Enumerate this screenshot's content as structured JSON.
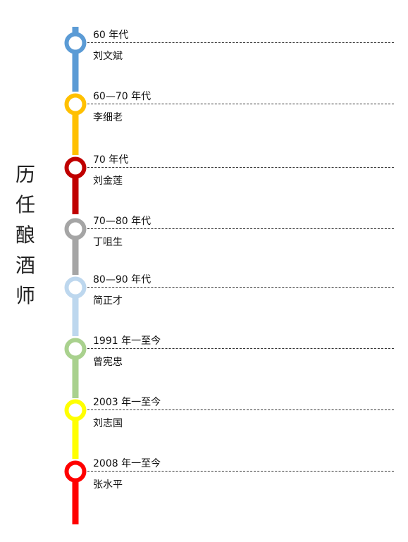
{
  "title_chars": [
    "历",
    "任",
    "酿",
    "酒",
    "师"
  ],
  "entries": [
    {
      "period": "60 年代",
      "name": "刘文斌",
      "color": "#5B9BD5"
    },
    {
      "period": "60—70 年代",
      "name": "李细老",
      "color": "#FFC000"
    },
    {
      "period": "70 年代",
      "name": "刘金莲",
      "color": "#C00000"
    },
    {
      "period": "70—80 年代",
      "name": "丁咀生",
      "color": "#A5A5A5"
    },
    {
      "period": "80—90 年代",
      "name": "简正才",
      "color": "#BDD7EE"
    },
    {
      "period": "1991 年一至今",
      "name": "曾宪忠",
      "color": "#A9D18E"
    },
    {
      "period": "2003 年一至今",
      "name": "刘志国",
      "color": "#FFFF00"
    },
    {
      "period": "2008 年一至今",
      "name": "张水平",
      "color": "#FF0000"
    }
  ]
}
